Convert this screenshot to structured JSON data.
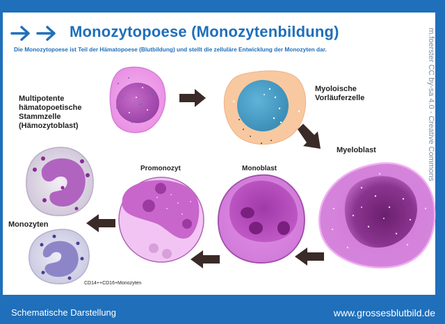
{
  "header": {
    "title": "Monozytopoese (Monozytenbildung)",
    "subtitle": "Die Monozytopoese ist Teil der Hämatopoese (Blutbildung) und stellt die zelluläre Entwicklung der Monozyten dar.",
    "arrow_icons": [
      "arrow-right-icon",
      "arrow-right-icon"
    ],
    "credit": "m.foerster CC by-sa 4.0 - Creative Commons"
  },
  "stages": [
    {
      "id": "hsc",
      "label_lines": [
        "Multipotente",
        "hämatopoetische",
        "Stammzelle",
        "(Hämozytoblast)"
      ]
    },
    {
      "id": "myeloid-progenitor",
      "label_lines": [
        "Myoloische",
        "Vorläuferzelle"
      ]
    },
    {
      "id": "myeloblast",
      "label_lines": [
        "Myeloblast"
      ]
    },
    {
      "id": "monoblast",
      "label_lines": [
        "Monoblast"
      ]
    },
    {
      "id": "promonocyte",
      "label_lines": [
        "Promonozyt"
      ]
    },
    {
      "id": "monocytes",
      "label_lines": [
        "Monozyten"
      ]
    }
  ],
  "monocyte_subtype_label": "CD14++CD16+Monozyten",
  "footer": {
    "left": "Schematische Darstellung",
    "right": "www.grossesblutbild.de"
  },
  "colors": {
    "brand_blue": "#1f6fba",
    "arrow_dark": "#3a2a28",
    "cell_pink": "#e59ae8",
    "cell_purple": "#b64fc0",
    "progenitor_cytoplasm": "#f8c9a0",
    "progenitor_nucleus": "#4aa0c8"
  }
}
